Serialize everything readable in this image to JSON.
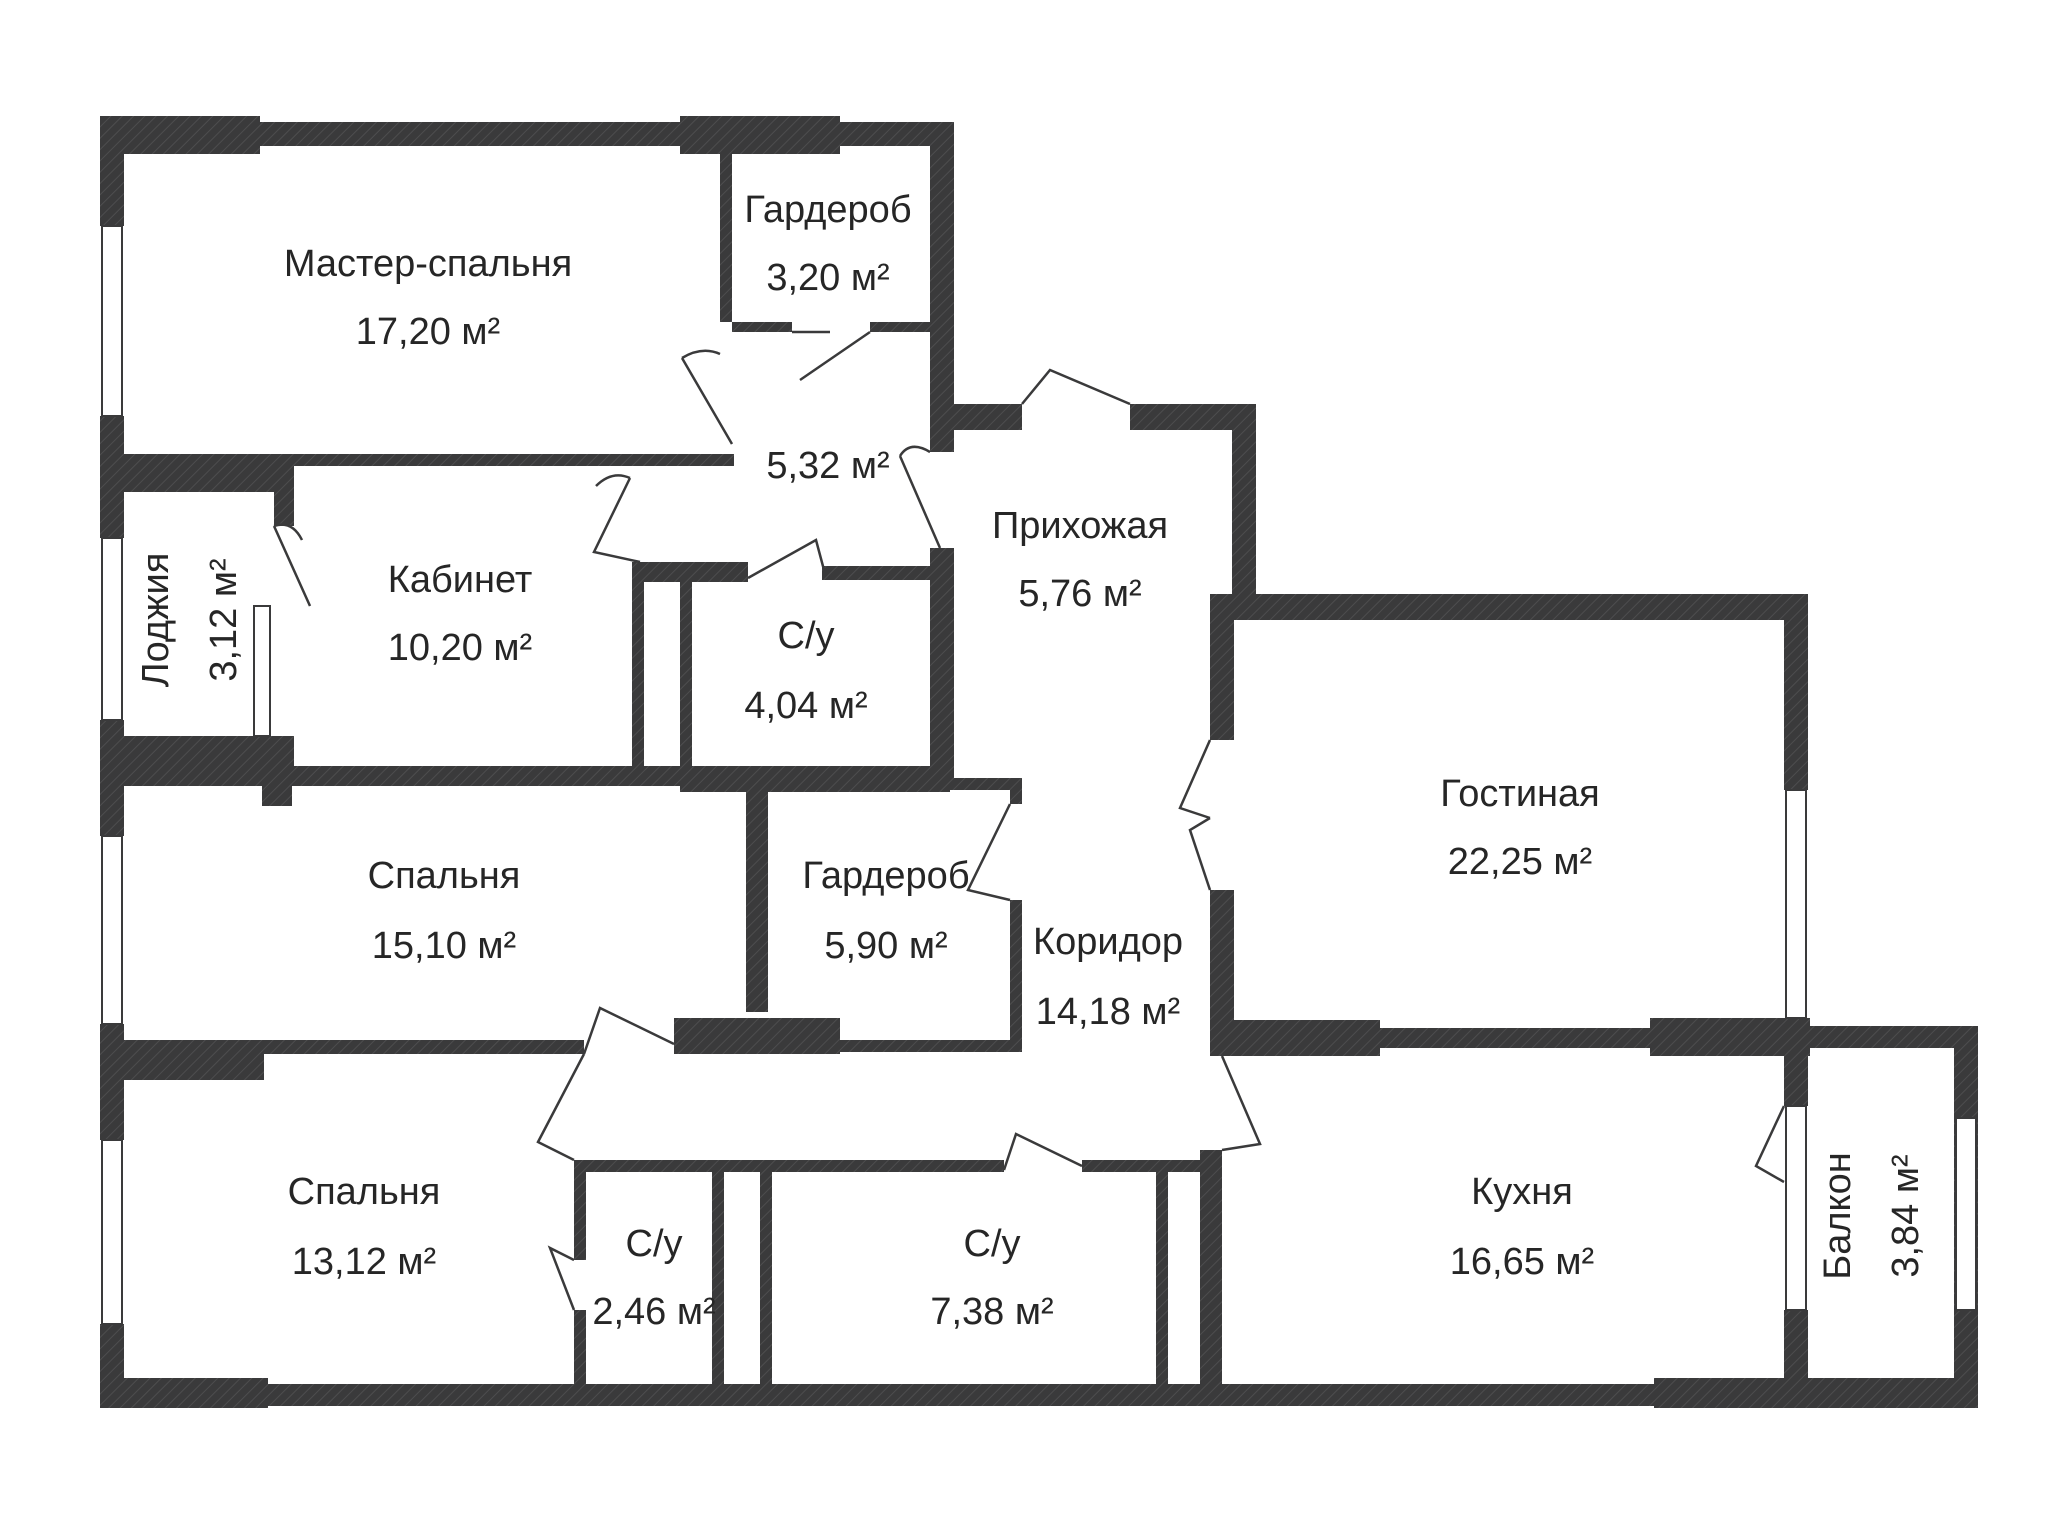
{
  "colors": {
    "wall": "#3a3a3b",
    "wall_hatch": "#4d4d4e",
    "line": "#3a3a3b",
    "text": "#262626",
    "background": "#ffffff",
    "window": "#ffffff"
  },
  "rooms": {
    "master_bedroom": {
      "name": "Мастер-спальня",
      "area": "17,20 м²"
    },
    "wardrobe_top": {
      "name": "Гардероб",
      "area": "3,20 м²"
    },
    "hall_small": {
      "name": "",
      "area": "5,32 м²"
    },
    "loggia": {
      "name": "Лоджия",
      "area": "3,12 м²"
    },
    "study": {
      "name": "Кабинет",
      "area": "10,20 м²"
    },
    "bathroom_mid": {
      "name": "С/у",
      "area": "4,04 м²"
    },
    "entrance_hall": {
      "name": "Прихожая",
      "area": "5,76 м²"
    },
    "living_room": {
      "name": "Гостиная",
      "area": "22,25 м²"
    },
    "bedroom_1": {
      "name": "Спальня",
      "area": "15,10 м²"
    },
    "wardrobe_mid": {
      "name": "Гардероб",
      "area": "5,90 м²"
    },
    "corridor": {
      "name": "Коридор",
      "area": "14,18 м²"
    },
    "bedroom_2": {
      "name": "Спальня",
      "area": "13,12 м²"
    },
    "bathroom_small": {
      "name": "С/у",
      "area": "2,46 м²"
    },
    "bathroom_big": {
      "name": "С/у",
      "area": "7,38 м²"
    },
    "kitchen": {
      "name": "Кухня",
      "area": "16,65  м²"
    },
    "balcony": {
      "name": "Балкон",
      "area": "3,84 м²"
    }
  }
}
